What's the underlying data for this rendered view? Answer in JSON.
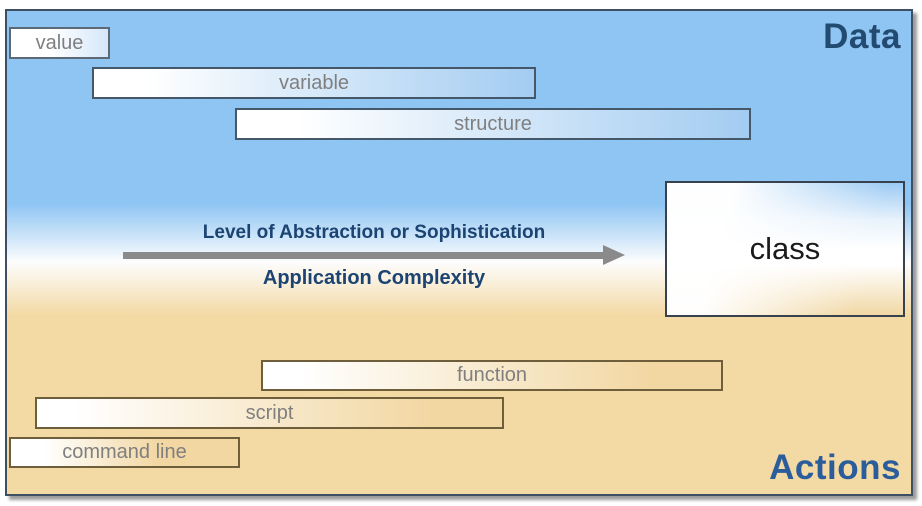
{
  "diagram": {
    "top_region_label": "Data",
    "bottom_region_label": "Actions",
    "axis": {
      "title_line1": "Level of Abstraction or Sophistication",
      "title_line2": "Application Complexity",
      "arrow_direction": "right"
    },
    "data_boxes": [
      {
        "label": "value"
      },
      {
        "label": "variable"
      },
      {
        "label": "structure"
      },
      {
        "label": "class"
      }
    ],
    "action_boxes": [
      {
        "label": "function"
      },
      {
        "label": "script"
      },
      {
        "label": "command line"
      }
    ],
    "colors": {
      "background_top": "#8fc5f3",
      "background_bottom": "#f3d9a4",
      "frame_border": "#3d4f63",
      "data_box_fill_end": "#a3ccf1",
      "action_box_fill_end": "#f2d7a2",
      "region_label_data": "#234a70",
      "region_label_actions": "#2b5d9b",
      "axis_title": "#1c4472",
      "arrow": "#8a8a8a",
      "box_label": "#7f7f7f",
      "class_label": "#1a1a1a"
    }
  }
}
